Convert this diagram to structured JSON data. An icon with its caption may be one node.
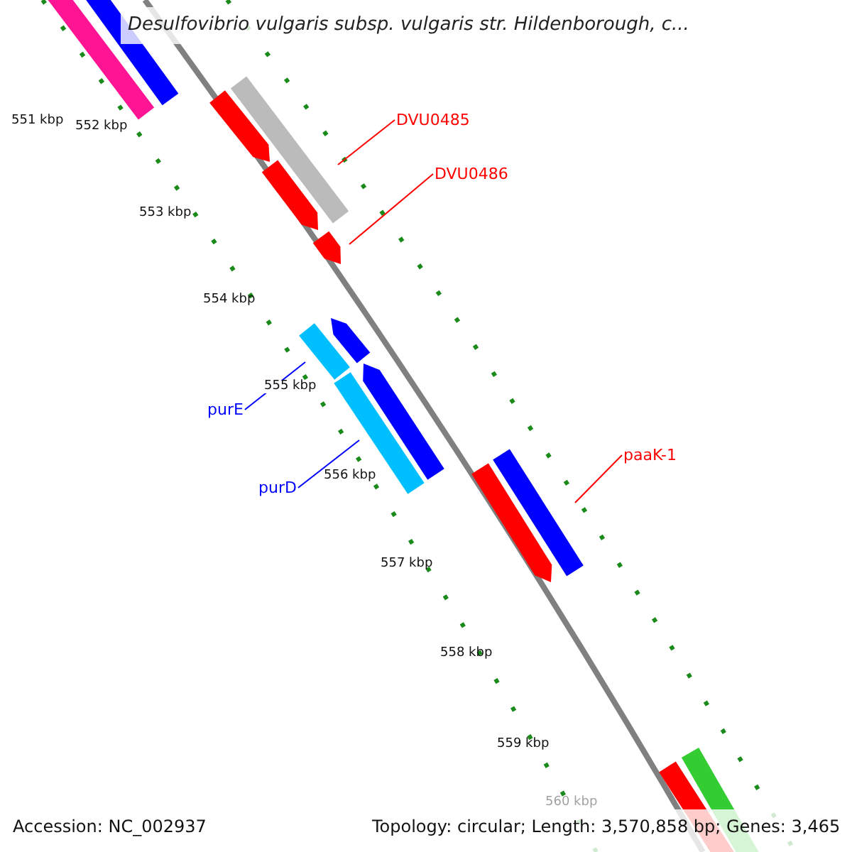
{
  "diagram": {
    "title": "Desulfovibrio vulgaris subsp. vulgaris str. Hildenborough, c...",
    "nodes": [
      {
        "text": [],
        "shape": "bar"
      },
      {
        "text": [],
        "shape": "bar"
      },
      {
        "text": [],
        "shape": "bar"
      },
      {
        "text": [],
        "shape": "bar"
      },
      {
        "text": [
          "DVU0485"
        ]
      },
      {
        "text": [],
        "shape": "bar"
      },
      {
        "text": [
          "DVU0486"
        ]
      },
      {
        "text": [],
        "shape": "bar"
      },
      {
        "text": [],
        "shape": "bar"
      },
      {
        "text": [],
        "shape": "bar"
      },
      {
        "text": [
          "purE"
        ]
      },
      {
        "text": [],
        "shape": "bar"
      },
      {
        "text": [],
        "shape": "bar"
      },
      {
        "text": [
          "purD"
        ]
      },
      {
        "text": [],
        "shape": "bar"
      },
      {
        "text": [],
        "shape": "bar"
      },
      {
        "text": [
          "paaK-1"
        ]
      },
      {
        "text": [],
        "shape": "bar"
      },
      {
        "text": [],
        "shape": "bar"
      }
    ],
    "edges": [
      {
        "from": 4,
        "to": 3,
        "arrow": "none"
      },
      {
        "from": 6,
        "to": 7,
        "arrow": "none"
      },
      {
        "from": 10,
        "to": 9,
        "arrow": "none",
        "color": "#0000ff"
      },
      {
        "from": 13,
        "to": 12,
        "arrow": "none",
        "color": "#0000ff"
      },
      {
        "from": 16,
        "to": 15,
        "arrow": "none"
      }
    ],
    "labels": [
      "551 kbp",
      "552 kbp",
      "553 kbp",
      "554 kbp",
      "555 kbp",
      "556 kbp",
      "557 kbp",
      "558 kbp",
      "559 kbp",
      "560 kbp",
      "Accession: NC_002937",
      "Topology: circular; Length: 3,570,858 bp; Genes: 3,465"
    ]
  }
}
